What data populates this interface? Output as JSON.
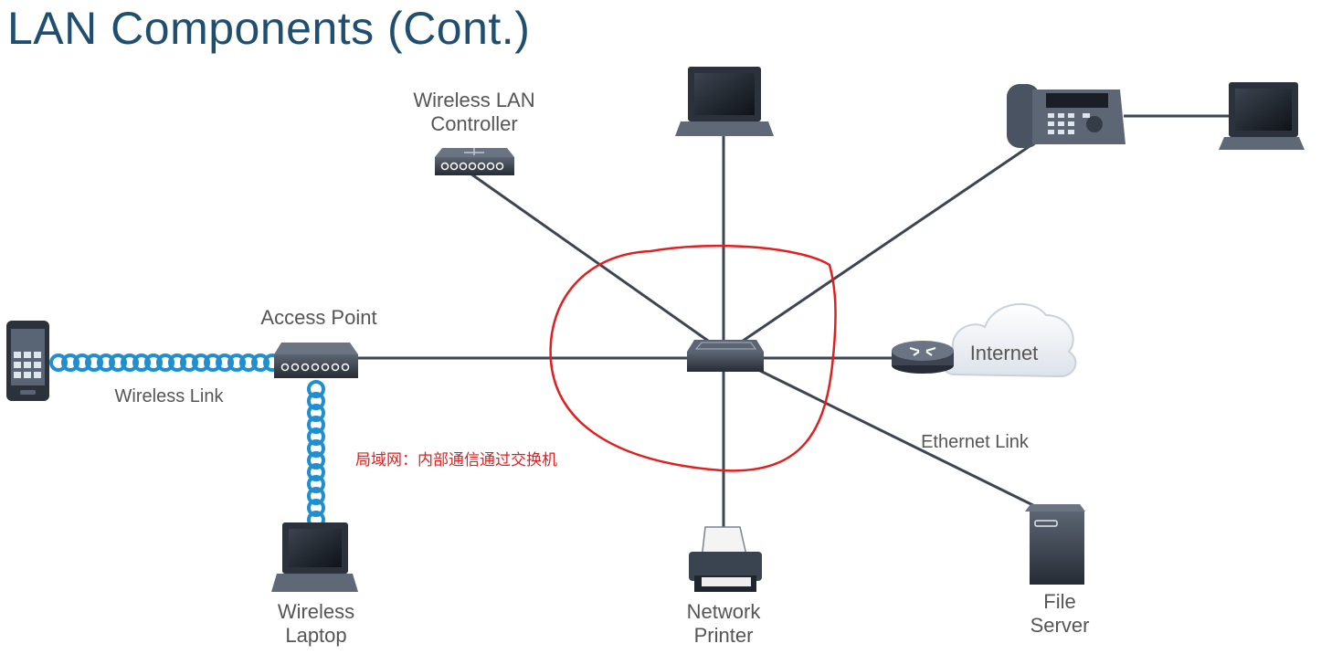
{
  "title": "LAN Components (Cont.)",
  "labels": {
    "wlc_line1": "Wireless LAN",
    "wlc_line2": "Controller",
    "access_point": "Access Point",
    "wireless_link": "Wireless Link",
    "internet": "Internet",
    "ethernet_link": "Ethernet Link",
    "wireless_laptop_line1": "Wireless",
    "wireless_laptop_line2": "Laptop",
    "network_printer_line1": "Network",
    "network_printer_line2": "Printer",
    "file_server_line1": "File",
    "file_server_line2": "Server"
  },
  "annotation": {
    "text": "局域网：内部通信通过交换机",
    "color": "#e02020"
  },
  "colors": {
    "title": "#1f4e6e",
    "device": "#3a4452",
    "device_dark": "#1c222b",
    "link": "#3d4550",
    "wireless": "#1f8fd0",
    "label": "#555555"
  }
}
